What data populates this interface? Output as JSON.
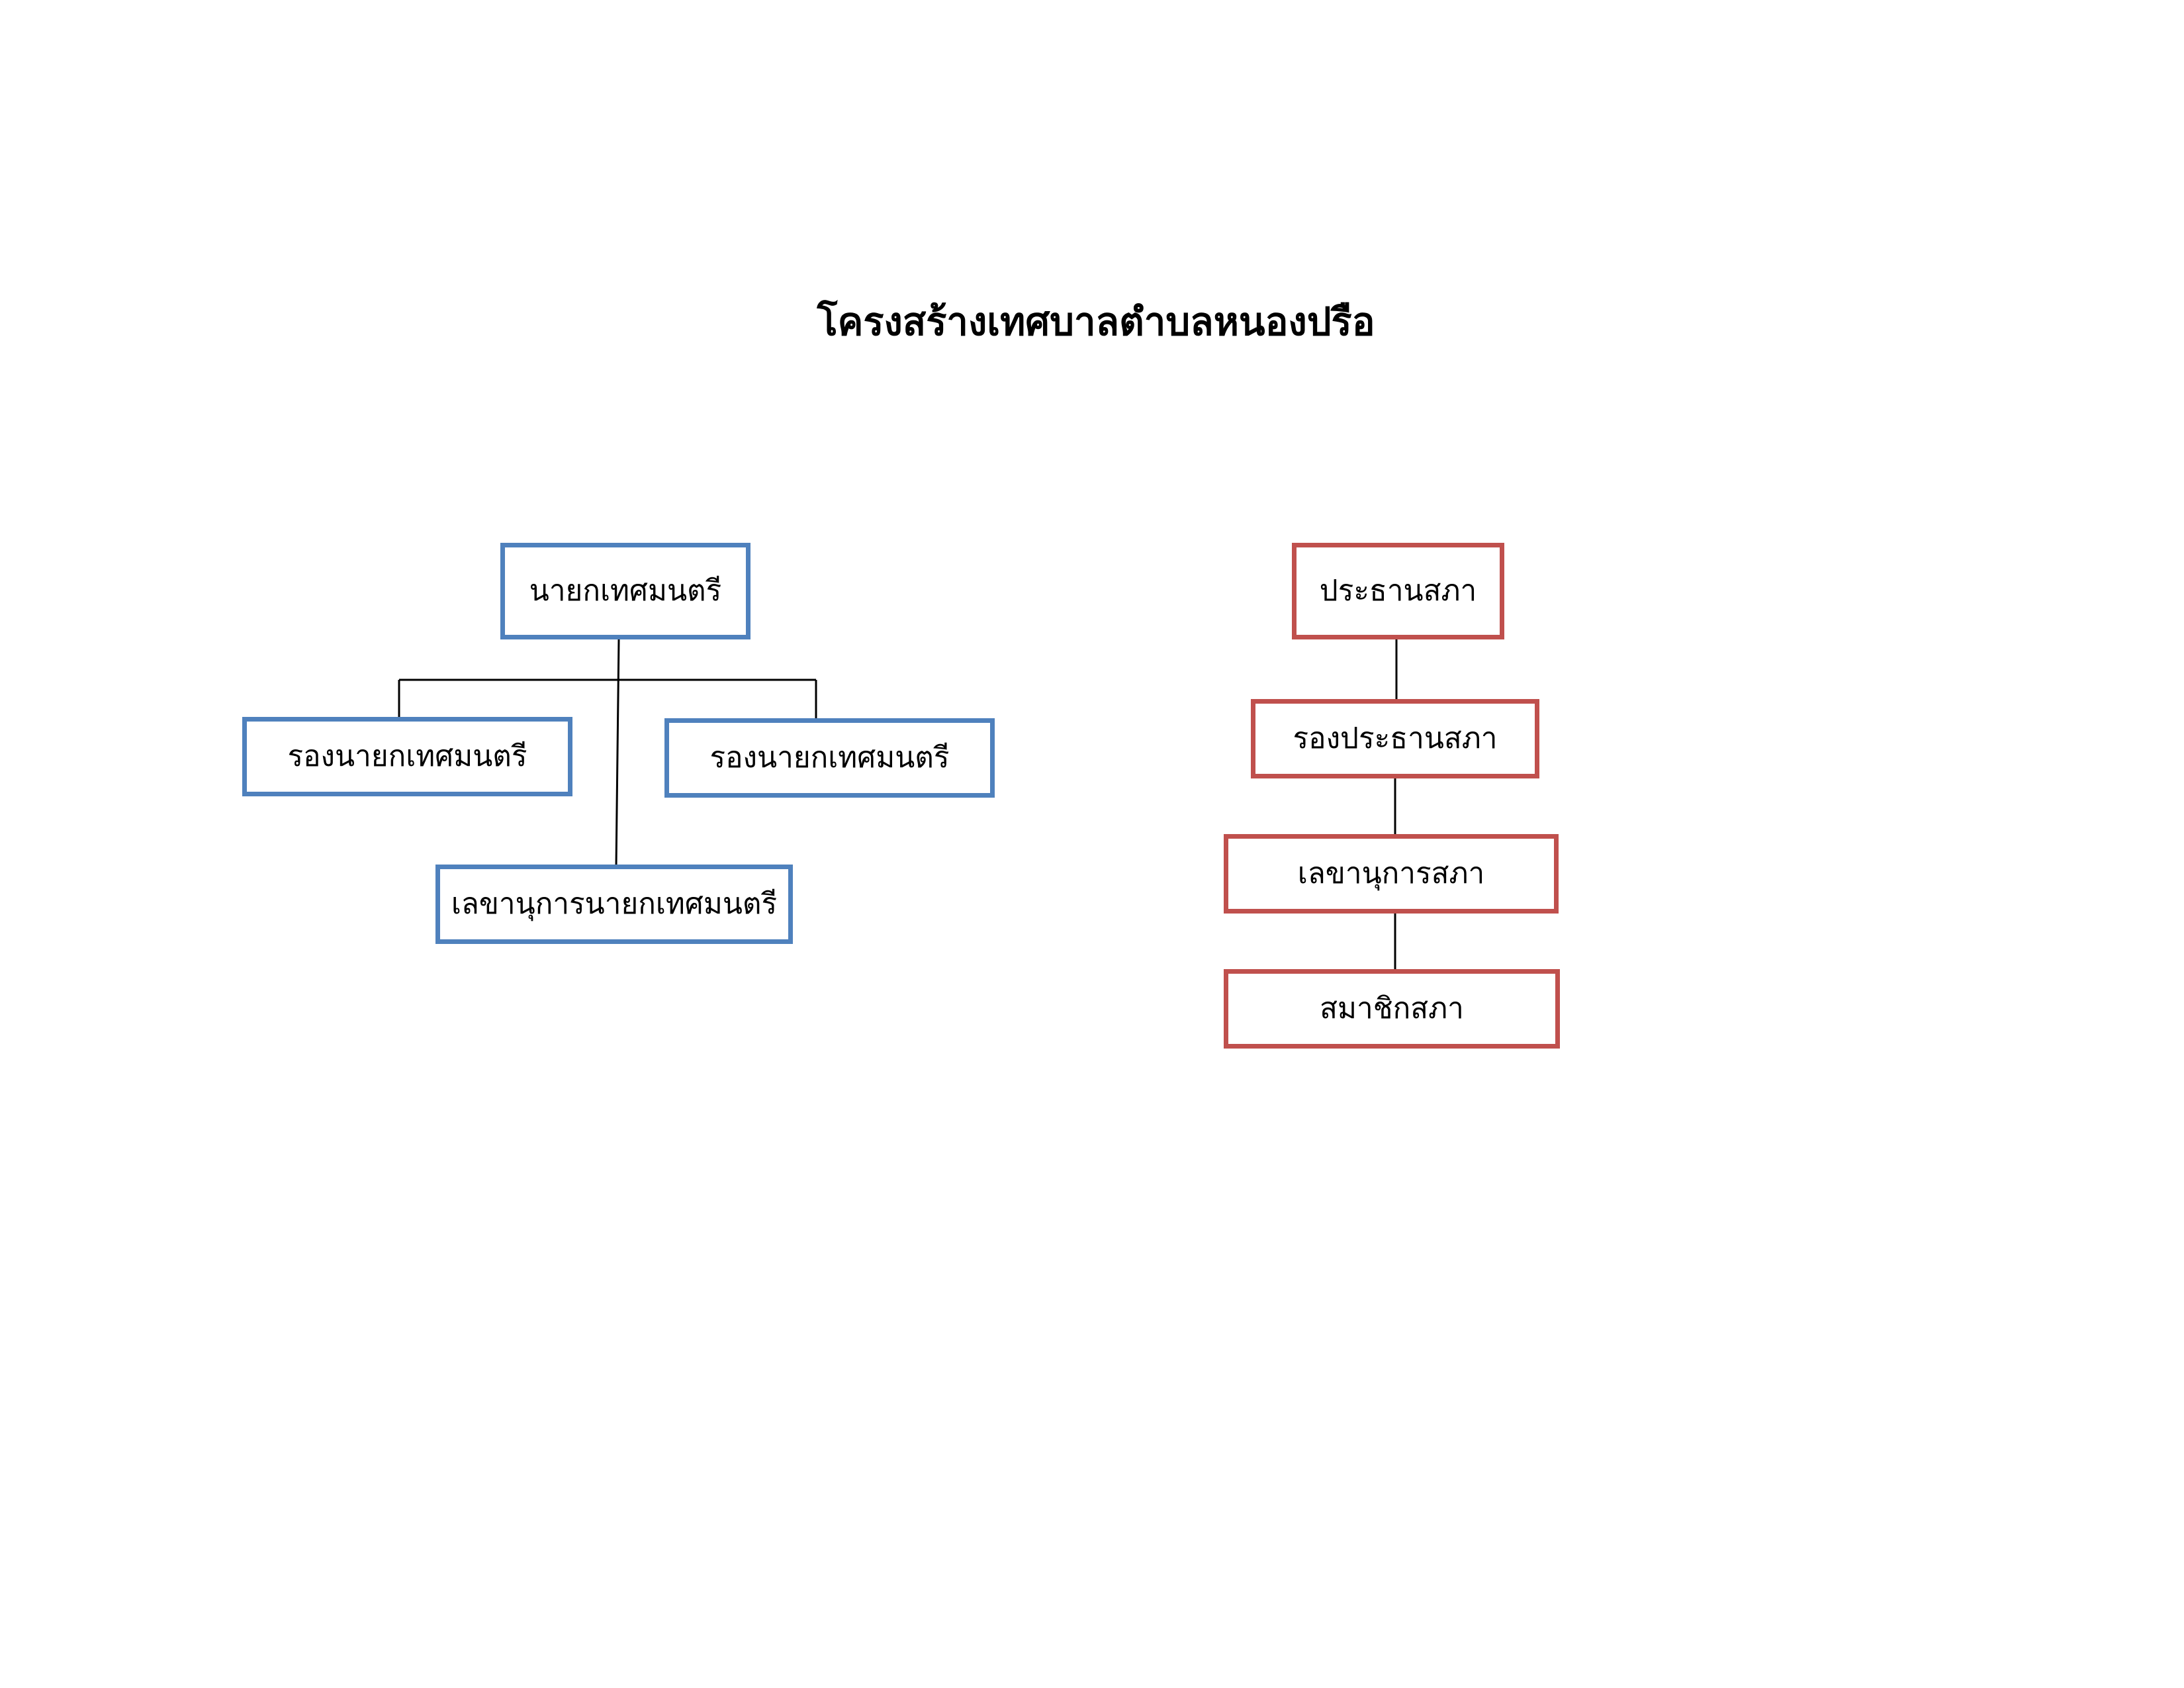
{
  "title": "โครงสร้างเทศบาลตำบลหนองปรือ",
  "colors": {
    "executive_border": "#4f81bd",
    "council_border": "#c0504d",
    "connector": "#000000"
  },
  "executive": {
    "mayor": "นายกเทศมนตรี",
    "deputy_mayor_left": "รองนายกเทศมนตรี",
    "deputy_mayor_right": "รองนายกเทศมนตรี",
    "mayor_secretary": "เลขานุการนายกเทศมนตรี"
  },
  "council": {
    "president": "ประธานสภา",
    "vice_president": "รองประธานสภา",
    "secretary": "เลขานุการสภา",
    "members": "สมาชิกสภา"
  }
}
